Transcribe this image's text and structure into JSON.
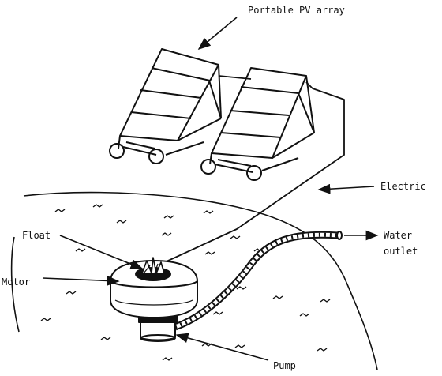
{
  "labels": {
    "pv_array": "Portable PV array",
    "electric": "Electric",
    "water_outlet_line1": "Water",
    "water_outlet_line2": "outlet",
    "float": "Float",
    "motor": "Motor",
    "pump": "Pump"
  },
  "colors": {
    "ink": "#111111",
    "background": "#ffffff"
  }
}
